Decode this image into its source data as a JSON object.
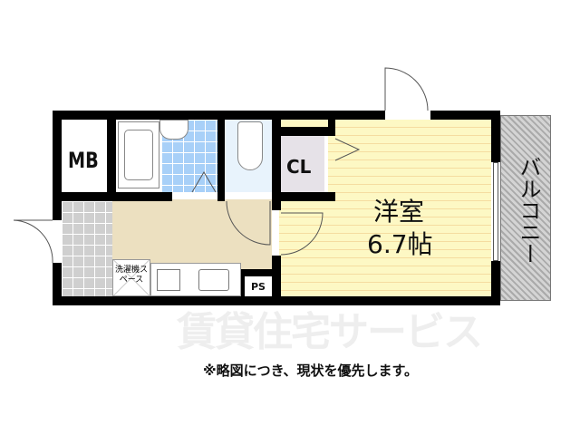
{
  "rooms": {
    "mb": "MB",
    "closet": "CL",
    "western_room_name": "洋室",
    "western_room_size": "6.7帖",
    "balcony": "バルコニー",
    "washer_space": "洗濯機スペース",
    "pipe_space": "PS"
  },
  "watermark": "賃貸住宅サービス",
  "note": "※略図につき、現状を優先します。",
  "colors": {
    "western_room": "#fdf8c4",
    "kitchen": "#ece0c0",
    "bath_tile": "#a8d0f8",
    "toilet": "#e8f3fc",
    "closet": "#e6e2e8",
    "entrance": "#c8c8c8",
    "balcony": "#c0c0c0"
  }
}
